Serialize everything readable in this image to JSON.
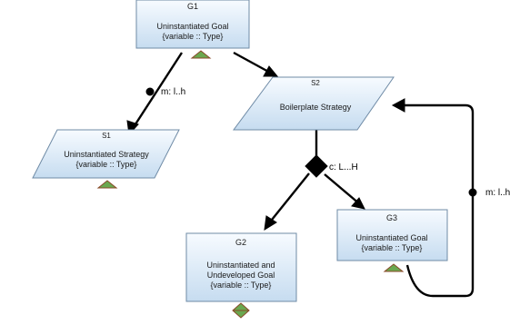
{
  "colors": {
    "node_fill_top": "#f7fbff",
    "node_fill_bottom": "#c6dcf0",
    "node_stroke": "#6f8ba6",
    "edge": "#000000",
    "marker_fill": "#6aa84f",
    "marker_stroke": "#8a4a2a"
  },
  "nodes": {
    "g1": {
      "id": "G1",
      "line1": "Uninstantiated Goal",
      "line2": "{variable :: Type}"
    },
    "s1": {
      "id": "S1",
      "line1": "Uninstantiated Strategy",
      "line2": "{variable :: Type}"
    },
    "s2": {
      "id": "S2",
      "line1": "Boilerplate Strategy"
    },
    "g2": {
      "id": "G2",
      "line1": "Uninstantiated and",
      "line2": "Undeveloped Goal",
      "line3": "{variable :: Type}"
    },
    "g3": {
      "id": "G3",
      "line1": "Uninstantiated Goal",
      "line2": "{variable :: Type}"
    }
  },
  "edges": {
    "g1_s1_label": "m: l..h",
    "s2_choice_label": "c: L...H",
    "g3_s2_label": "m: l..h"
  }
}
